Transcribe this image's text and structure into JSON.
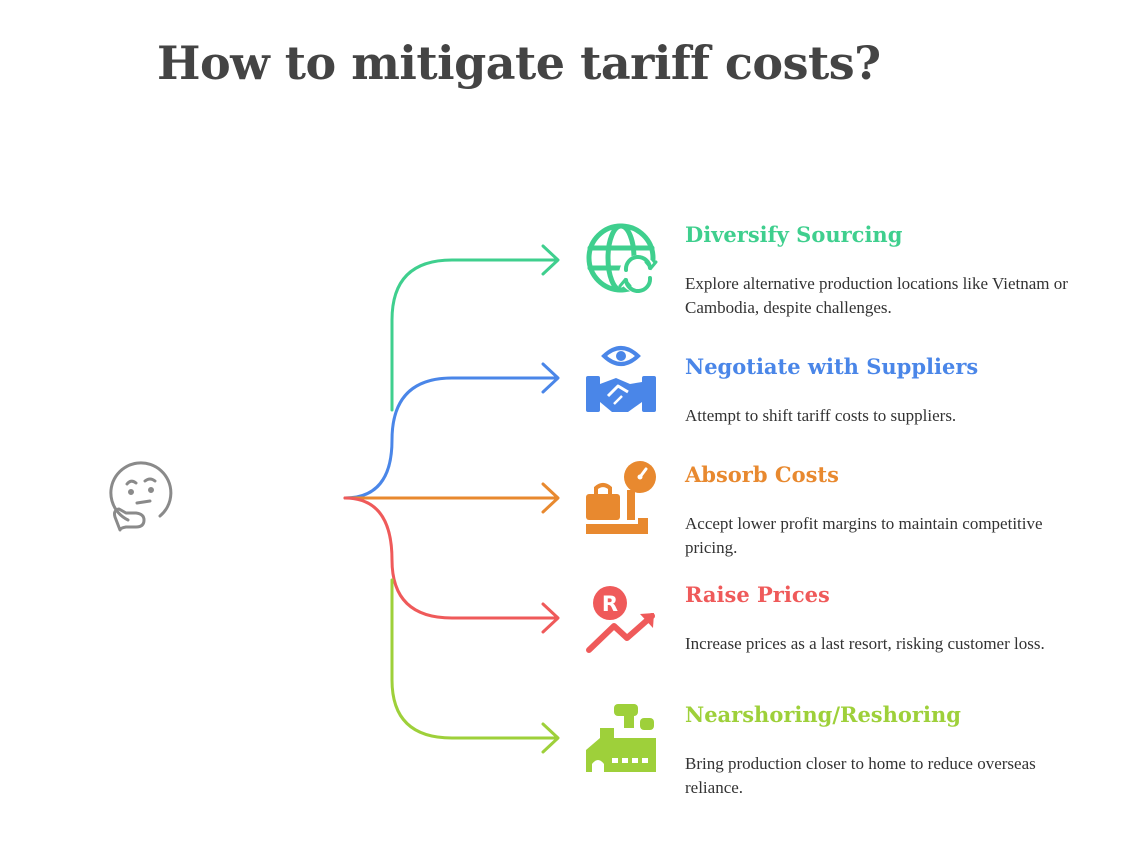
{
  "title": "How to mitigate tariff costs?",
  "colors": {
    "green": "#3fcf8e",
    "blue": "#4a86e8",
    "orange": "#e8892f",
    "red": "#ef5a5a",
    "lime": "#9ed03a",
    "gray": "#8a8a8a",
    "title": "#444444"
  },
  "center_icon": "thinking-face-icon",
  "items": [
    {
      "title": "Diversify Sourcing",
      "description": "Explore alternative production locations like Vietnam or Cambodia, despite challenges.",
      "icon": "globe-refresh-icon",
      "color": "#3fcf8e"
    },
    {
      "title": "Negotiate with Suppliers",
      "description": "Attempt to shift tariff costs to suppliers.",
      "icon": "handshake-eye-icon",
      "color": "#4a86e8"
    },
    {
      "title": "Absorb Costs",
      "description": "Accept lower profit margins to maintain competitive pricing.",
      "icon": "scale-weight-icon",
      "color": "#e8892f"
    },
    {
      "title": "Raise Prices",
      "description": "Increase prices as a last resort, risking customer loss.",
      "icon": "rupee-trend-up-icon",
      "color": "#ef5a5a"
    },
    {
      "title": "Nearshoring/Reshoring",
      "description": "Bring production closer to home to reduce overseas reliance.",
      "icon": "factory-icon",
      "color": "#9ed03a"
    }
  ]
}
